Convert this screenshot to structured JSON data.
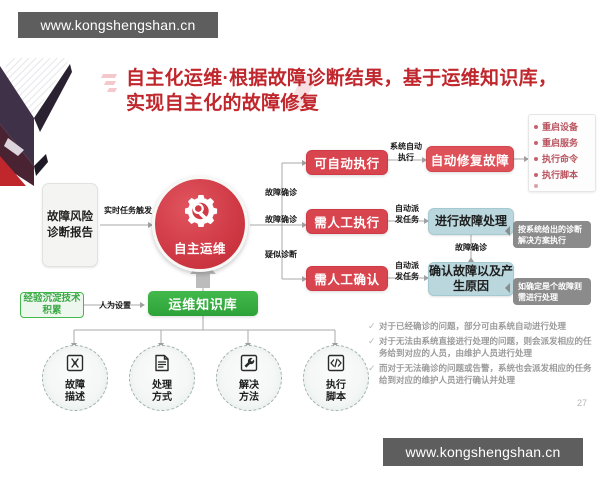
{
  "watermark": {
    "top": "www.kongshengshan.cn",
    "bottom": "www.kongshengshan.cn"
  },
  "title": {
    "line1": "自主化运维·根据故障诊断结果，基于运维知识库，",
    "line2": "实现自主化的故障修复"
  },
  "flow": {
    "report_box": "故障风险诊断报告",
    "trigger_label": "实时任务触发",
    "hub_label": "自主运维",
    "branch_labels": {
      "top": "故障确诊",
      "middle": "故障确诊",
      "bottom": "疑似诊断"
    },
    "branches": [
      {
        "label": "可自动执行"
      },
      {
        "label": "需人工执行"
      },
      {
        "label": "需人工确认"
      }
    ],
    "connector_labels": {
      "auto_exec": "系统自动执行",
      "dispatch_1": "自动派发任务",
      "dispatch_2": "自动派发任务",
      "confirm": "故障确诊"
    },
    "outcomes": {
      "auto_fix": "自动修复故障",
      "handle_fault": "进行故障处理",
      "confirm_fault": "确认故障以及产生原因"
    }
  },
  "action_card": {
    "items": [
      {
        "text": "重启设备",
        "faded": false
      },
      {
        "text": "重启服务",
        "faded": false
      },
      {
        "text": "执行命令",
        "faded": false
      },
      {
        "text": "执行脚本",
        "faded": false
      },
      {
        "text": "",
        "faded": true
      }
    ]
  },
  "callouts": {
    "first": "按系统给出的诊断解决方案执行",
    "second": "如确定是个故障则需进行处理"
  },
  "knowledge": {
    "experience_box": "经验沉淀技术积累",
    "human_setup_label": "人为设置",
    "kb_label": "运维知识库",
    "items": [
      {
        "icon": "fault-tool-icon",
        "line1": "故障",
        "line2": "描述"
      },
      {
        "icon": "document-icon",
        "line1": "处理",
        "line2": "方式"
      },
      {
        "icon": "wrench-icon",
        "line1": "解决",
        "line2": "方法"
      },
      {
        "icon": "code-icon",
        "line1": "执行",
        "line2": "脚本"
      }
    ]
  },
  "notes": {
    "check_mark": "✓",
    "items": [
      "对于已经确诊的问题，部分可由系统自动进行处理",
      "对于无法由系统直接进行处理的问题，则会派发相应的任务给到对应的人员，由维护人员进行处理",
      "而对于无法确诊的问题或告警，系统也会派发相应的任务给到对应的维护人员进行确认并处理"
    ]
  },
  "page_number": "27",
  "colors": {
    "title_red": "#c0272d",
    "box_red": "#d9454f",
    "teal": "#b9d7dd",
    "green": "#43b94c",
    "watermark_gray": "#5e5e5e"
  }
}
